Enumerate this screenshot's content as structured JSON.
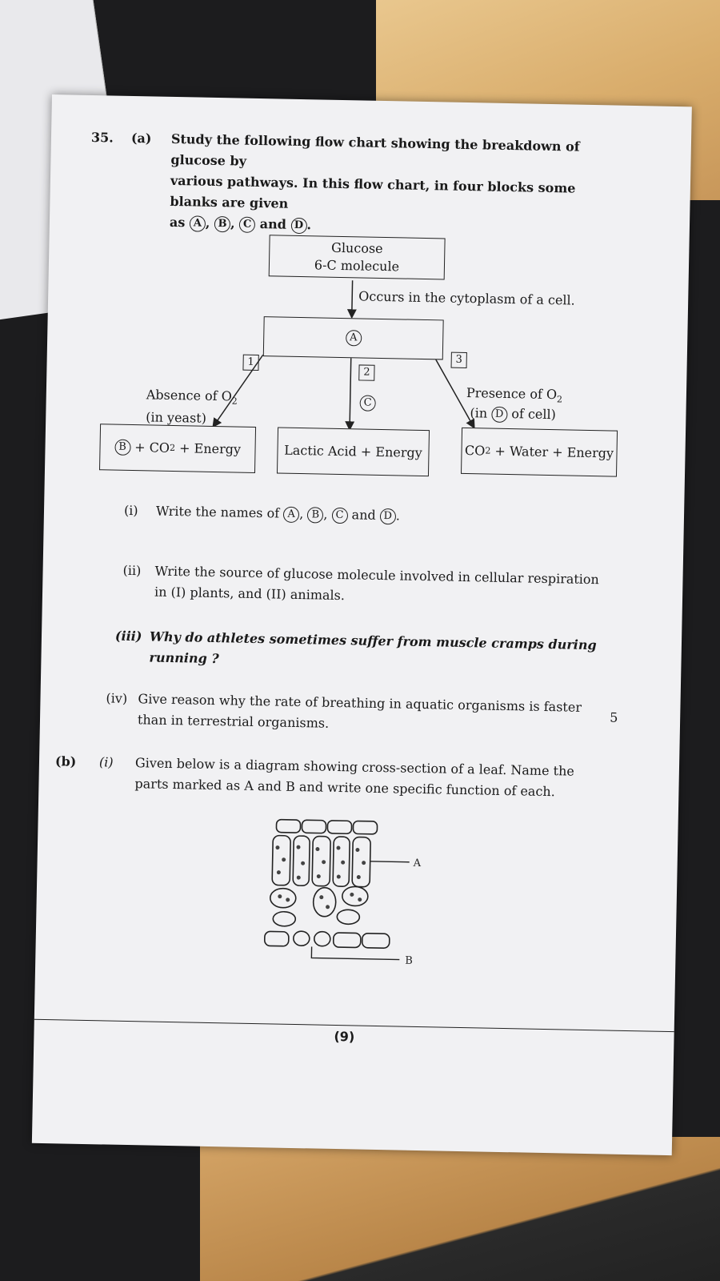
{
  "question": {
    "number": "35.",
    "part_a_label": "(a)",
    "intro_line1": "Study the following flow chart showing the breakdown of glucose by",
    "intro_line2": "various pathways. In this flow chart, in four blocks some blanks are given",
    "intro_line3_prefix": "as",
    "intro_and": "and",
    "intro_end": "."
  },
  "markers": {
    "A": "A",
    "B": "B",
    "C": "C",
    "D": "D"
  },
  "flowchart": {
    "glucose_line1": "Glucose",
    "glucose_line2": "6-C molecule",
    "cytoplasm_note": "Occurs in the cytoplasm of a cell.",
    "step1": "1",
    "step2": "2",
    "step3": "3",
    "absence_prefix": "Absence of O",
    "absence_sub": "2",
    "in_yeast": "(in yeast)",
    "presence_prefix": "Presence of O",
    "presence_sub": "2",
    "presence_in": "(in",
    "presence_of_cell": "of cell)",
    "left_result_rest": "+ CO",
    "left_result_sub": "2",
    "left_result_end": "+ Energy",
    "middle_result": "Lactic Acid + Energy",
    "right_result_co": "CO",
    "right_result_sub": "2",
    "right_result_end": "+ Water + Energy"
  },
  "subquestions": {
    "i_label": "(i)",
    "i_text": "Write the names of",
    "i_sep": ",",
    "i_and": "and",
    "i_end": ".",
    "ii_label": "(ii)",
    "ii_line1": "Write the source of glucose molecule involved in cellular respiration",
    "ii_line2": "in (I) plants, and (II) animals.",
    "iii_label": "(iii)",
    "iii_line1": "Why do athletes sometimes suffer from muscle cramps during",
    "iii_line2": "running ?",
    "iv_label": "(iv)",
    "iv_line1": "Give reason why the rate of breathing in aquatic organisms is faster",
    "iv_line2": "than in terrestrial organisms.",
    "marks": "5"
  },
  "part_b": {
    "label": "(b)",
    "i_label": "(i)",
    "line1": "Given below is a diagram showing cross-section of a leaf. Name the",
    "line2": "parts marked as A and B and write one specific function of each.",
    "label_A": "A",
    "label_B": "B"
  },
  "page_number": "(9)"
}
